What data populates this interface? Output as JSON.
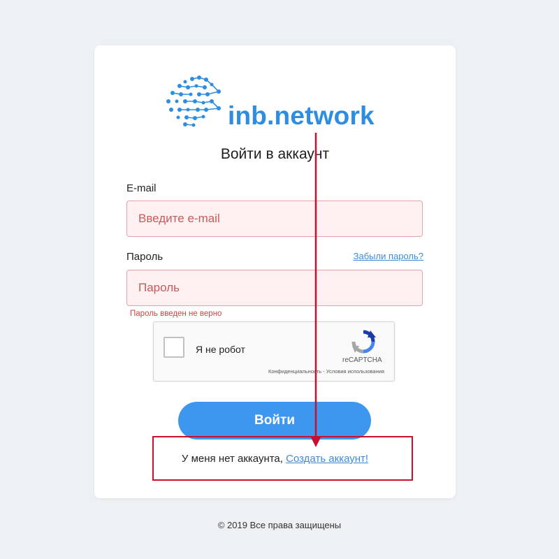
{
  "brand": {
    "name": "inb.network",
    "color": "#2f8de0"
  },
  "form": {
    "heading": "Войти в аккаунт",
    "email_label": "E-mail",
    "email_placeholder": "Введите e-mail",
    "password_label": "Пароль",
    "password_placeholder": "Пароль",
    "forgot_link": "Забыли пароль?",
    "error_message": "Пароль введен не верно",
    "submit_label": "Войти",
    "no_account_text": "У меня нет аккаунта,",
    "signup_link": "Создать аккаунт!"
  },
  "captcha": {
    "label": "Я не робот",
    "brand": "reCAPTCHA",
    "links": "Конфиденциальность - Условия использования"
  },
  "footer": {
    "copyright": "© 2019 Все права защищены"
  },
  "colors": {
    "accent": "#3e97ef",
    "error": "#d04444",
    "annotation": "#c8102e",
    "background": "#eef1f4"
  }
}
